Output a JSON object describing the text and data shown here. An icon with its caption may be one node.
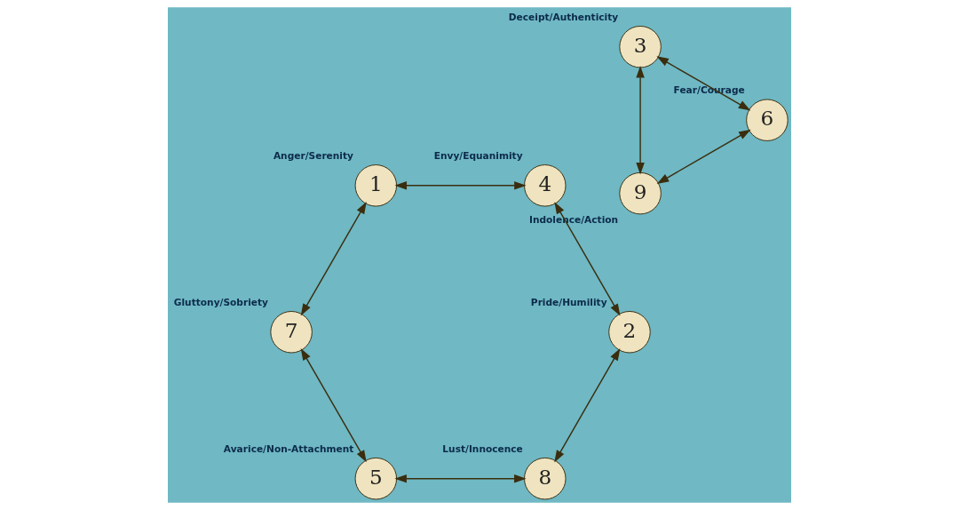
{
  "diagram": {
    "nodes": [
      {
        "text": [
          "9"
        ],
        "beside": [
          "Indolence/Action"
        ]
      },
      {
        "text": [
          "8"
        ],
        "beside": [
          "Lust/Innocence"
        ]
      },
      {
        "text": [
          "1"
        ],
        "beside": [
          "Anger/Serenity"
        ]
      },
      {
        "text": [
          "7"
        ],
        "beside": [
          "Gluttony/Sobriety"
        ]
      },
      {
        "text": [
          "2"
        ],
        "beside": [
          "Pride/Humility"
        ]
      },
      {
        "text": [
          "6"
        ],
        "beside": [
          "Fear/Courage"
        ]
      },
      {
        "text": [
          "3"
        ],
        "beside": [
          "Deceipt/Authenticity"
        ]
      },
      {
        "text": [
          "5"
        ],
        "beside": [
          "Avarice/Non-Attachment"
        ]
      },
      {
        "text": [
          "4"
        ],
        "beside": [
          "Envy/Equanimity"
        ]
      }
    ],
    "edges": [
      {
        "from": 0,
        "to": 6,
        "arrow": "both"
      },
      {
        "from": 6,
        "to": 5,
        "arrow": "both"
      },
      {
        "from": 5,
        "to": 0,
        "arrow": "both"
      },
      {
        "from": 2,
        "to": 8,
        "arrow": "both"
      },
      {
        "from": 8,
        "to": 4,
        "arrow": "both"
      },
      {
        "from": 4,
        "to": 1,
        "arrow": "both"
      },
      {
        "from": 1,
        "to": 7,
        "arrow": "both"
      },
      {
        "from": 7,
        "to": 3,
        "arrow": "both"
      },
      {
        "from": 3,
        "to": 2,
        "arrow": "both"
      }
    ]
  }
}
